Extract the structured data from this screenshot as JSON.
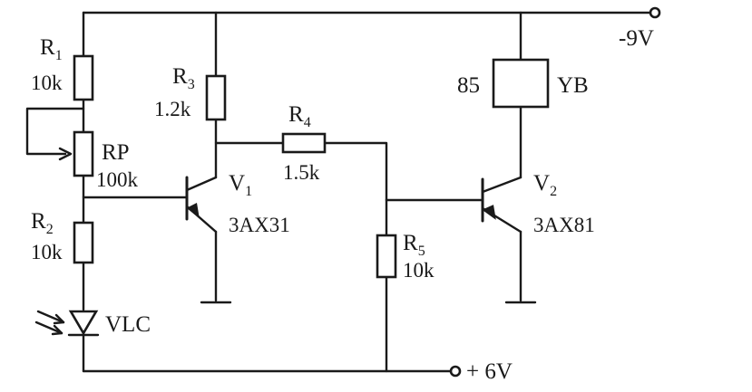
{
  "terminals": {
    "neg_supply": "-9V",
    "pos_supply": "+ 6V"
  },
  "components": {
    "r1": {
      "name": "R",
      "sub": "1",
      "value": "10k"
    },
    "rp": {
      "name": "RP",
      "value": "100k"
    },
    "r2": {
      "name": "R",
      "sub": "2",
      "value": "10k"
    },
    "vlc": {
      "name": "VLC"
    },
    "r3": {
      "name": "R",
      "sub": "3",
      "value": "1.2k"
    },
    "v1": {
      "name": "V",
      "sub": "1",
      "value": "3AX31"
    },
    "r4": {
      "name": "R",
      "sub": "4",
      "value": "1.5k"
    },
    "r5": {
      "name": "R",
      "sub": "5",
      "value": "10k"
    },
    "relay": {
      "number": "85",
      "name": "YB"
    },
    "v2": {
      "name": "V",
      "sub": "2",
      "value": "3AX81"
    }
  },
  "colors": {
    "ink": "#1a1a1a",
    "paper": "#ffffff"
  }
}
